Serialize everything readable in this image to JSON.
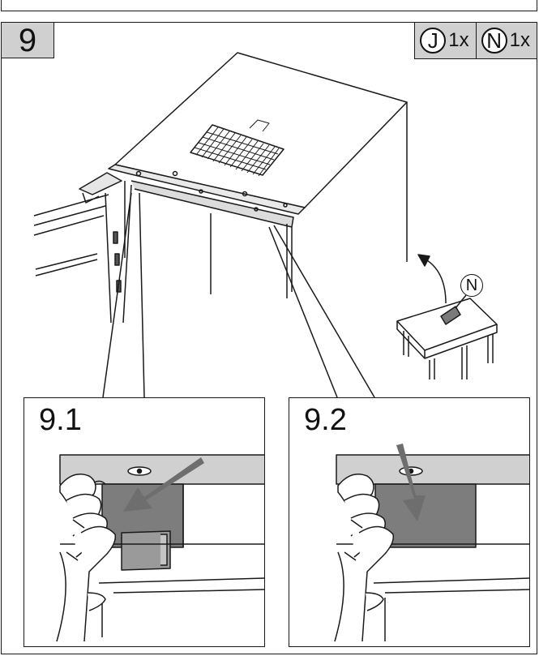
{
  "step": {
    "number": "9"
  },
  "parts": [
    {
      "letter": "J",
      "qty": "1x"
    },
    {
      "letter": "N",
      "qty": "1x"
    }
  ],
  "callout": {
    "letter": "N"
  },
  "details": [
    {
      "label": "9.1"
    },
    {
      "label": "9.2"
    }
  ]
}
